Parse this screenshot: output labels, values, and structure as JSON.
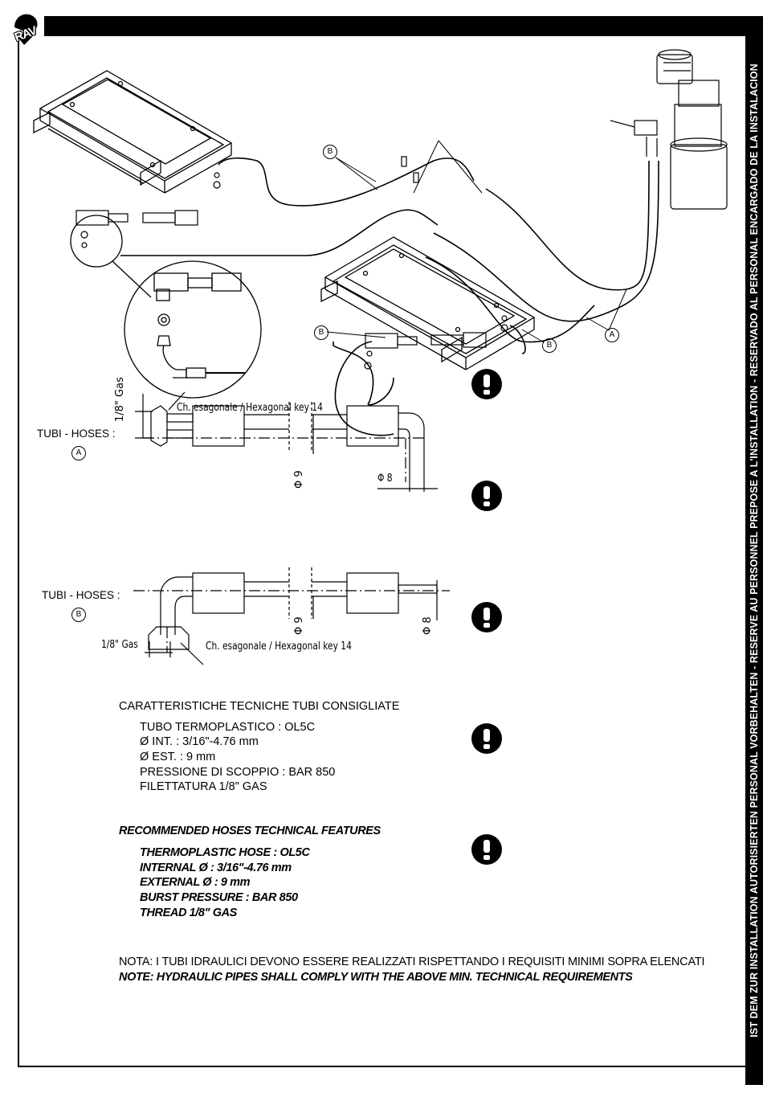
{
  "logo": {
    "text": "RAV"
  },
  "sidebar": {
    "text": "IST DEM ZUR INSTALLATION AUTORISIERTEN PERSONAL VORBEHALTEN - RESERVE AU PERSONNEL PREPOSE A L'INSTALLATION - RESERVADO AL PERSONAL ENCARGADO DE LA INSTALACION"
  },
  "diagram": {
    "callouts": {
      "a": "A",
      "b": "B"
    }
  },
  "hose_a": {
    "label": "TUBI - HOSES :",
    "letter": "A",
    "gas": "1/8\" Gas",
    "key": "Ch. esagonale / Hexagonal key 14",
    "dia_outer": "Φ 9",
    "dia_inner": "Φ 8"
  },
  "hose_b": {
    "label": "TUBI - HOSES :",
    "letter": "B",
    "gas": "1/8\"  Gas",
    "key": "Ch. esagonale / Hexagonal key 14",
    "dia_outer": "Φ 9",
    "dia_inner": "Φ 8"
  },
  "specs_it": {
    "title": "CARATTERISTICHE TECNICHE TUBI CONSIGLIATE",
    "lines": [
      "TUBO TERMOPLASTICO : OL5C",
      "Ø INT. : 3/16\"-4.76 mm",
      "Ø EST. : 9 mm",
      "PRESSIONE DI SCOPPIO : BAR 850",
      "FILETTATURA 1/8\" GAS"
    ]
  },
  "specs_en": {
    "title": "RECOMMENDED HOSES TECHNICAL FEATURES",
    "lines": [
      "THERMOPLASTIC HOSE : OL5C",
      "INTERNAL Ø : 3/16\"-4.76 mm",
      "EXTERNAL Ø : 9 mm",
      "BURST PRESSURE : BAR 850",
      "THREAD 1/8\" GAS"
    ]
  },
  "notes": {
    "it": "NOTA: I TUBI IDRAULICI DEVONO ESSERE REALIZZATI RISPETTANDO I REQUISITI MINIMI SOPRA ELENCATI",
    "en": "NOTE: HYDRAULIC PIPES SHALL COMPLY WITH THE ABOVE MIN. TECHNICAL REQUIREMENTS"
  },
  "icons": {
    "warning": "exclamation-warning-icon"
  }
}
